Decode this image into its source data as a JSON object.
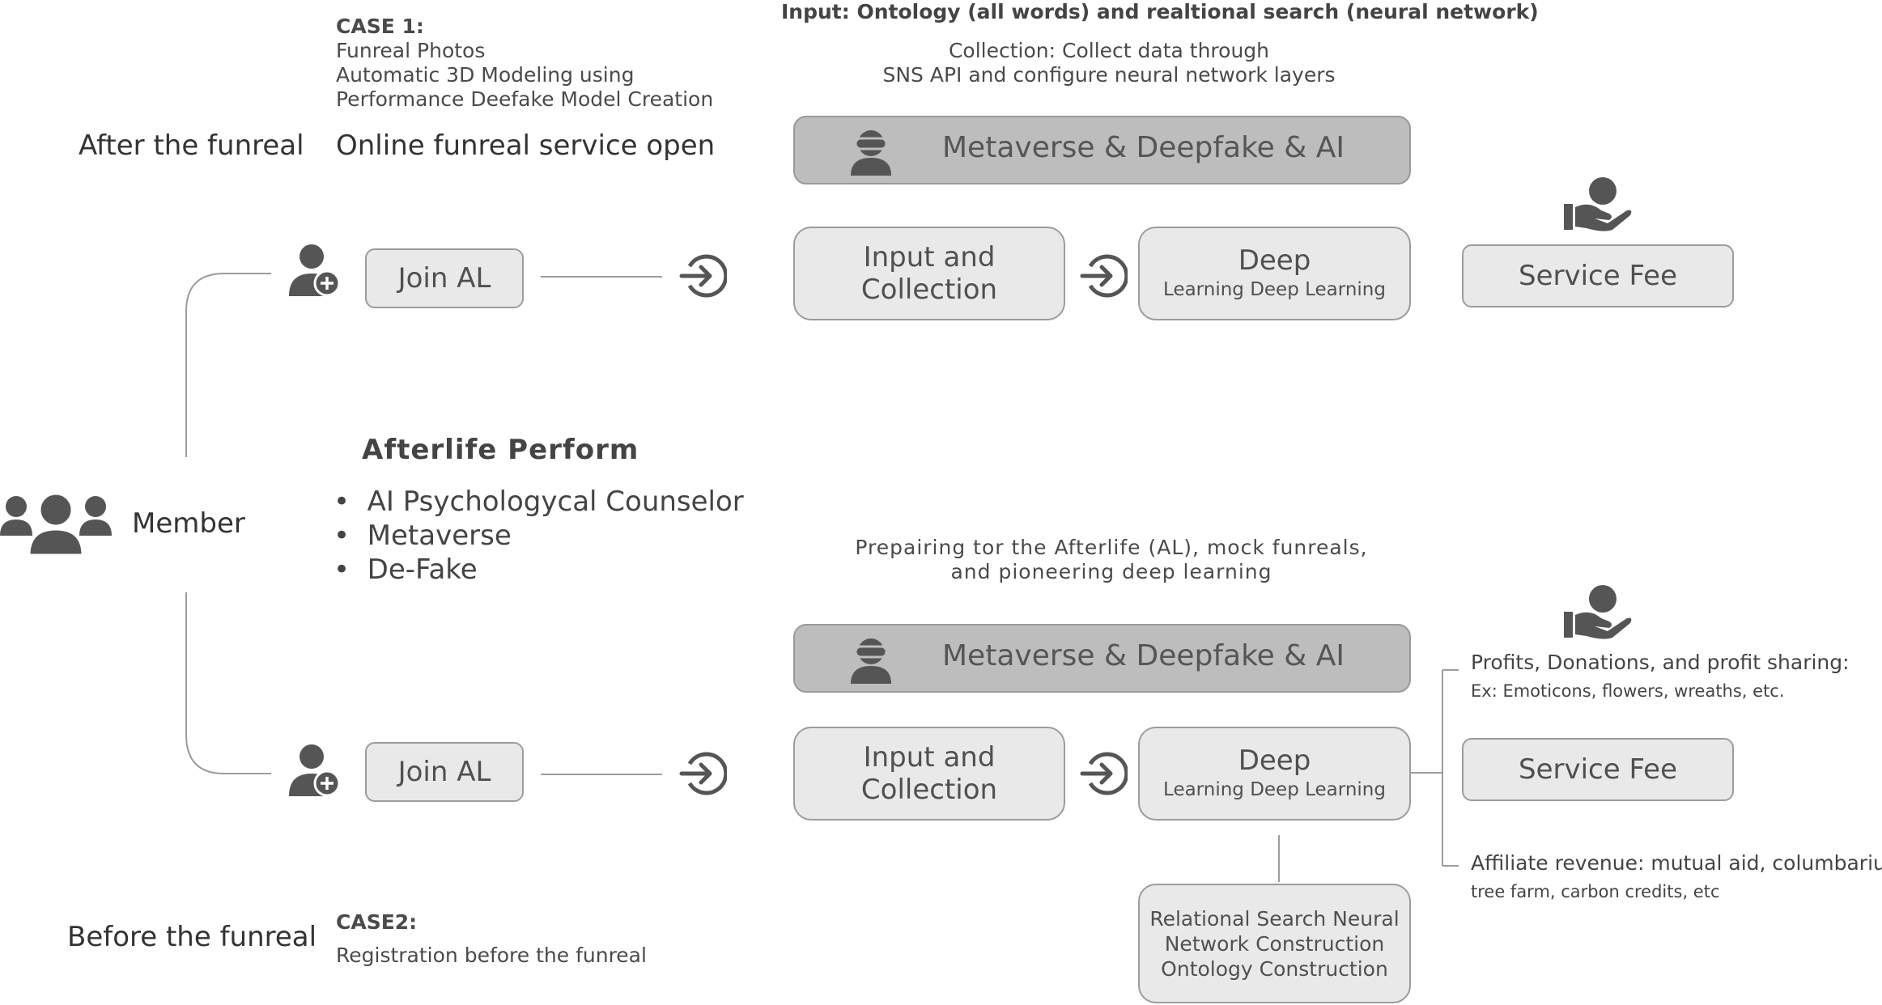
{
  "top": {
    "case_title": "CASE 1:",
    "case_lines": [
      "Funreal Photos",
      "Automatic 3D Modeling using",
      "Performance Deefake Model Creation"
    ],
    "phase_label": "After the funreal",
    "service_title": "Online funreal service open",
    "input_heading": "Input: Ontology (all words) and realtional search (neural network)",
    "collection_note": [
      "Collection: Collect data through",
      "SNS API and configure neural network layers"
    ],
    "banner_label": "Metaverse & Deepfake & AI",
    "join_label": "Join AL",
    "input_box": [
      "Input and",
      "Collection"
    ],
    "deep_title": "Deep",
    "deep_sub": "Learning Deep Learning",
    "service_fee": "Service Fee"
  },
  "middle": {
    "member_label": "Member",
    "afterlife_title": "Afterlife Perform",
    "afterlife_items": [
      "AI Psychologycal Counselor",
      "Metaverse",
      "De-Fake"
    ]
  },
  "bottom": {
    "prep_note": [
      "Prepairing tor the Afterlife (AL), mock funreals,",
      "and pioneering deep learning"
    ],
    "banner_label": "Metaverse & Deepfake & AI",
    "join_label": "Join AL",
    "input_box": [
      "Input and",
      "Collection"
    ],
    "deep_title": "Deep",
    "deep_sub": "Learning Deep Learning",
    "service_fee": "Service Fee",
    "profits_title": "Profits, Donations, and profit sharing:",
    "profits_sub": "Ex: Emoticons, flowers, wreaths, etc.",
    "affiliate_title": "Affiliate revenue: mutual aid, columbarium",
    "affiliate_sub": "tree farm, carbon credits, etc",
    "relational_box": [
      "Relational Search Neural",
      "Network Construction",
      "Ontology Construction"
    ],
    "phase_label": "Before the funreal",
    "case_title": "CASE2:",
    "case_line": "Registration before the funreal"
  },
  "colors": {
    "icon": "#555555",
    "banner": "#bdbdbd",
    "box": "#e9e9e9",
    "line": "#9c9c9c"
  },
  "icons": [
    "add-user-icon",
    "enter-arrow-icon",
    "vr-headset-user-icon",
    "hand-holding-person-icon",
    "group-icon"
  ]
}
